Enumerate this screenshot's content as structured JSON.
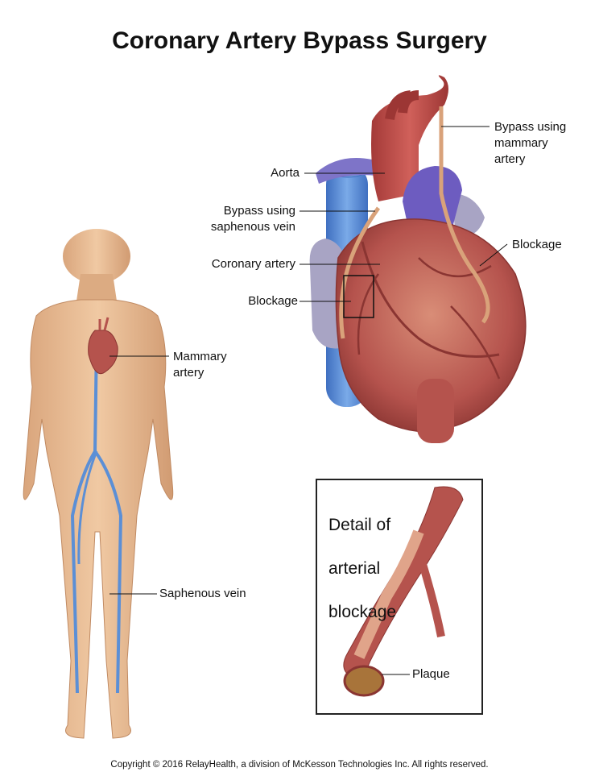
{
  "title": "Coronary Artery Bypass Surgery",
  "labels": {
    "bypass_mammary": [
      "Bypass using",
      "mammary",
      "artery"
    ],
    "aorta": "Aorta",
    "bypass_saphenous": [
      "Bypass using",
      "saphenous vein"
    ],
    "blockage_right": "Blockage",
    "coronary_artery": "Coronary artery",
    "blockage_left": "Blockage",
    "mammary_artery": [
      "Mammary",
      "artery"
    ],
    "saphenous_vein": "Saphenous vein",
    "plaque": "Plaque"
  },
  "inset": {
    "title": [
      "Detail of",
      "arterial",
      "blockage"
    ]
  },
  "footer": "Copyright © 2016 RelayHealth, a division of McKesson Technologies Inc. All rights reserved.",
  "colors": {
    "skin": "#e8b98f",
    "heart": "#b5534d",
    "vein_blue": "#5b8fd6",
    "graft": "#d9a27a",
    "lung_gray": "#a8a4c4"
  }
}
